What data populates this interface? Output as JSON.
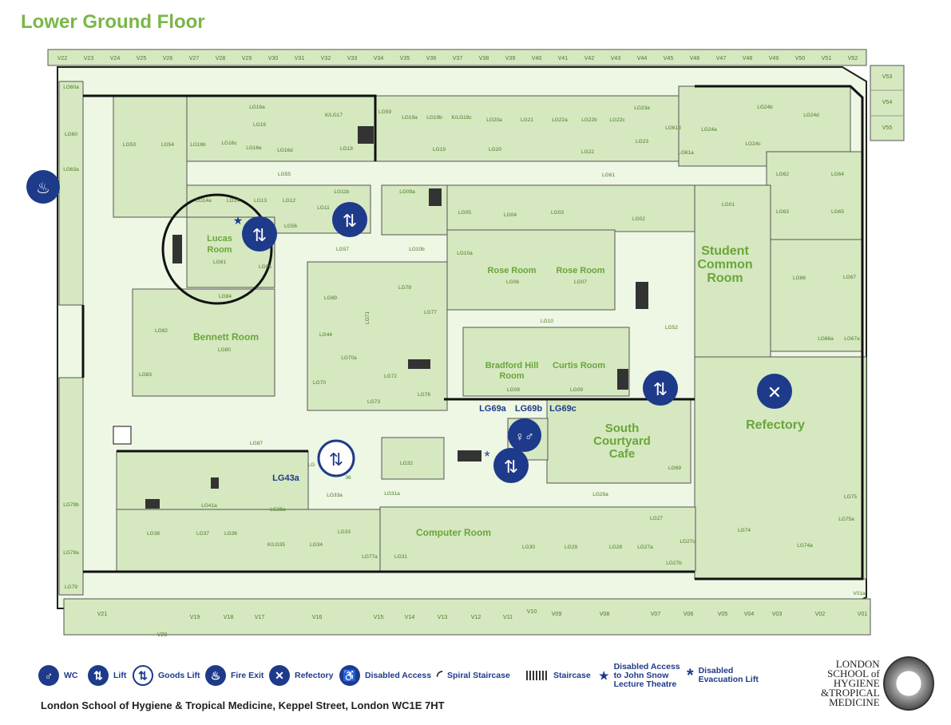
{
  "title": "Lower Ground Floor",
  "colors": {
    "room_fill": "#d5e8c0",
    "corridor_fill": "#eef6e4",
    "wall": "#111111",
    "label_green": "#7ab648",
    "icon_blue": "#1e3a8a"
  },
  "vaults_top": [
    "V22",
    "V23",
    "V24",
    "V25",
    "V26",
    "V27",
    "V28",
    "V29",
    "V30",
    "V31",
    "V32",
    "V33",
    "V34",
    "V35",
    "V36",
    "V37",
    "V38",
    "V39",
    "V40",
    "V41",
    "V42",
    "V43",
    "V44",
    "V45",
    "V46",
    "V47",
    "V48",
    "V49",
    "V50",
    "V51",
    "V52"
  ],
  "vaults_right": [
    "V53",
    "V54",
    "V55"
  ],
  "vaults_bottom": [
    "V21",
    "V20",
    "V19",
    "V18",
    "V17",
    "V16",
    "V15",
    "V14",
    "V13",
    "V12",
    "V11",
    "V10",
    "V09",
    "V08",
    "V07",
    "V06",
    "V05",
    "V04",
    "V03",
    "V02",
    "V01"
  ],
  "rooms": {
    "lg60a": "LG60a",
    "lg60": "LG60",
    "lg63a": "LG63a",
    "lg16a": "LG16a",
    "k_lg17": "K/LG17",
    "lg59": "LG59",
    "lg19a": "LG19a",
    "lg19b": "LG19b",
    "k_lg19c": "K/LG19c",
    "lg20a": "LG20a",
    "lg21": "LG21",
    "lg22a": "LG22a",
    "lg22b": "LG22b",
    "lg22c": "LG22c",
    "lg23a": "LG23a",
    "lg24b": "LG24b",
    "lg24d": "LG24d",
    "lg16": "LG16",
    "lg53": "LG53",
    "lg54": "LG54",
    "lg16b": "LG16b",
    "lg16c": "LG16c",
    "lg16e": "LG16e",
    "lg16d": "LG16d",
    "lg18": "LG18",
    "lg19": "LG19",
    "lg20": "LG20",
    "lg22": "LG22",
    "lg23": "LG23",
    "lg61d": "LG61d",
    "lg61a": "LG61a",
    "lg24a": "LG24a",
    "lg24c": "LG24c",
    "lg55": "LG55",
    "lg61": "LG61",
    "lg62": "LG62",
    "lg64": "LG64",
    "lg14a": "LG14a",
    "lg14": "LG14",
    "lg13": "LG13",
    "lg12": "LG12",
    "lg11b": "LG11b",
    "lg11": "LG11",
    "lg09a": "LG09a",
    "lg05": "LG05",
    "lg04": "LG04",
    "lg03": "LG03",
    "lg02": "LG02",
    "lg01": "LG01",
    "lg63": "LG63",
    "lg65": "LG65",
    "lg56": "LG56",
    "lg81": "LG81",
    "lg85": "LG85",
    "lg57": "LG57",
    "lg10b": "LG10b",
    "lg10a": "LG10a",
    "lg06": "LG06",
    "lg07": "LG07",
    "lg66": "LG66",
    "lg67": "LG67",
    "lg84": "LG84",
    "lg89": "LG89",
    "lg71": "LG71",
    "lg78": "LG78",
    "lg77": "LG77",
    "lg10": "LG10",
    "lg52": "LG52",
    "lg82": "LG82",
    "lg80": "LG80",
    "lg44": "LG44",
    "lg70a": "LG70a",
    "lg66a": "LG66a",
    "lg67a": "LG67a",
    "lg83": "LG83",
    "lg70": "LG70",
    "lg72": "LG72",
    "lg08": "LG08",
    "lg09": "LG09",
    "lg76": "LG76",
    "lg73": "LG73",
    "lg87": "LG87",
    "lg32": "LG32",
    "lg69": "LG69",
    "lg33a": "LG33a",
    "lg31a": "LG31a",
    "lg29a": "LG29a",
    "lg79b": "LG79b",
    "lg41a": "LG41a",
    "lg35a": "LG35a",
    "lg75": "LG75",
    "lg27": "LG27",
    "lg75a": "LG75a",
    "lg38": "LG38",
    "lg37": "LG37",
    "lg36": "LG36",
    "k_lg35": "K/LG35",
    "lg34": "LG34",
    "lg33": "LG33",
    "lg30": "LG30",
    "lg29": "LG29",
    "lg28": "LG28",
    "lg27a": "LG27a",
    "lg27c": "LG27c",
    "lg27b": "LG27b",
    "lg74": "LG74",
    "lg74a": "LG74a",
    "lg79a": "LG79a",
    "lg31": "LG31",
    "lg77a": "LG77a",
    "lg79": "LG79",
    "v01a": "V01a",
    "lg36_partial": "LG",
    "lg36_partial2": "36"
  },
  "named_rooms": {
    "lucas": "Lucas\nRoom",
    "bennett": "Bennett Room",
    "rose1": "Rose Room",
    "rose2": "Rose Room",
    "student_common": "Student\nCommon\nRoom",
    "bradford": "Bradford Hill\nRoom",
    "curtis": "Curtis Room",
    "south_courtyard": "South\nCourtyard\nCafe",
    "refectory": "Refectory",
    "computer": "Computer Room"
  },
  "callouts": {
    "lg69a": "LG69a",
    "lg69b": "LG69b",
    "lg69c": "LG69c",
    "lg43a": "LG43a"
  },
  "legend": {
    "wc": "WC",
    "lift": "Lift",
    "goods_lift": "Goods Lift",
    "fire_exit": "Fire Exit",
    "refectory": "Refectory",
    "disabled_access": "Disabled Access",
    "spiral": "Spiral Staircase",
    "staircase": "Staircase",
    "disabled_access_john_snow": "Disabled Access\nto John Snow\nLecture Theatre",
    "evacuation": "Disabled\nEvacuation Lift"
  },
  "address": "London School of Hygiene & Tropical Medicine, Keppel Street, London WC1E 7HT",
  "logo_text": "LONDON\nSCHOOL of\nHYGIENE\n&TROPICAL\nMEDICINE"
}
